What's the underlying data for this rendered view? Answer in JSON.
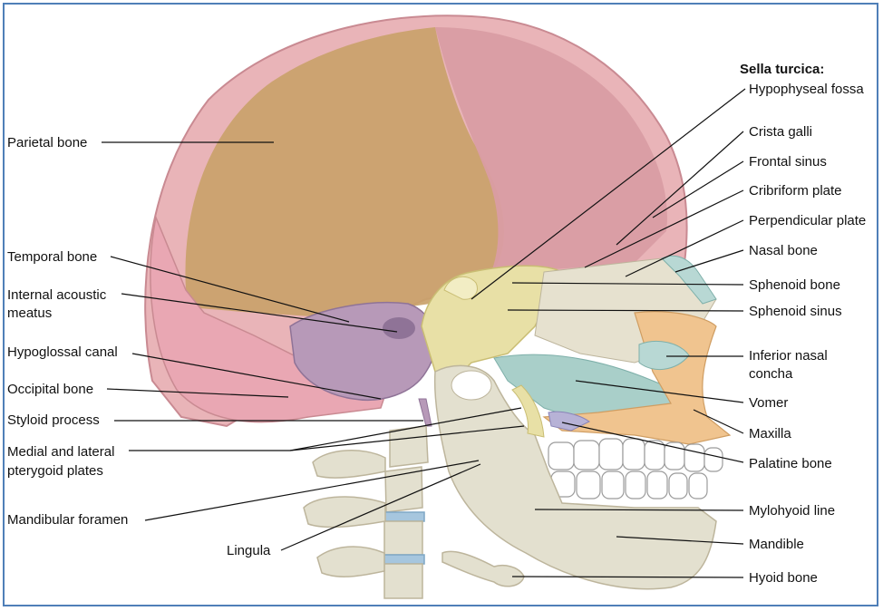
{
  "colors": {
    "parietal": "#c9a26a",
    "frontal": "#d99da3",
    "occipital": "#e9a7b3",
    "temporal": "#b799b8",
    "sphenoid": "#e8e0a6",
    "ethmoid": "#e6e1cf",
    "vomer": "#a9cfc9",
    "maxilla": "#f0c48f",
    "mandible": "#e3e0cf",
    "vertebra": "#e3e0cf",
    "disc": "#a6c6de",
    "nasal": "#b8d8d4",
    "border": "#4f7fb8"
  },
  "labels": {
    "sella_turcica_heading": "Sella turcica:",
    "hypophyseal_fossa": "Hypophyseal fossa",
    "crista_galli": "Crista galli",
    "frontal_sinus": "Frontal sinus",
    "cribriform_plate": "Cribriform plate",
    "perpendicular_plate": "Perpendicular plate",
    "nasal_bone": "Nasal bone",
    "sphenoid_bone": "Sphenoid bone",
    "sphenoid_sinus": "Sphenoid sinus",
    "inferior_nasal_concha_1": "Inferior nasal",
    "inferior_nasal_concha_2": "concha",
    "vomer": "Vomer",
    "maxilla": "Maxilla",
    "palatine_bone": "Palatine bone",
    "mylohyoid_line": "Mylohyoid line",
    "mandible": "Mandible",
    "hyoid_bone": "Hyoid bone",
    "parietal_bone": "Parietal bone",
    "temporal_bone": "Temporal bone",
    "internal_acoustic_meatus_1": "Internal acoustic",
    "internal_acoustic_meatus_2": "meatus",
    "hypoglossal_canal": "Hypoglossal canal",
    "occipital_bone": "Occipital bone",
    "styloid_process": "Styloid process",
    "pterygoid_plates_1": "Medial and lateral",
    "pterygoid_plates_2": "pterygoid plates",
    "mandibular_foramen": "Mandibular foramen",
    "lingula": "Lingula"
  }
}
